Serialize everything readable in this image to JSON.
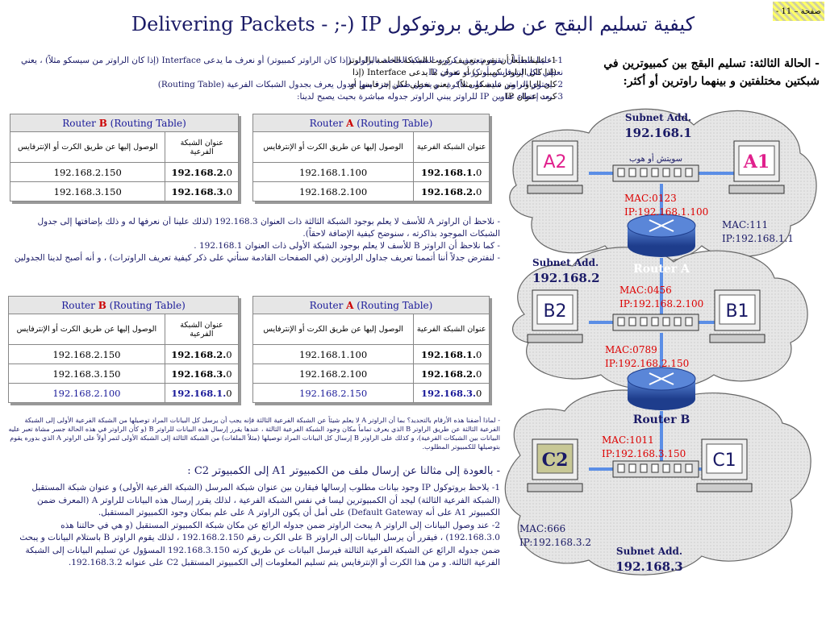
{
  "page_badge": "صفحة – 11 -",
  "title": "كيفية تسليم البقج عن طريق بروتوكول Delivering Packets - ;-) IP",
  "case_text": "- الحالة الثالثة: تسليم البقج بين كمبيوترين في شبكتين مختلفتين و بينهما راوترين أو أكثر:",
  "intro": [
    "1- علينا طبعاً أن نقوم بتعريف كروت الشبكة الخاصة بالراوتر (إذا كان الراوتر كمبيوتر) أو نعرف ما يدعى Interface (إذا كان الراوتر من سيسكو مثلاً) ، يعني نعطي لكل إنترفايس أو كرت عنوان IP .",
    "2- يحتوي الراوتر عادة على ذاكرة ، و يخزن ضمن جزء منها جدول يعرف بجدول الشبكات الفرعية (Routing Table)",
    "3- بعد إعطاء عناوين IP للراوتر يبني الراوتر جدوله مباشرة بحيث يصبح لدينا:"
  ],
  "notes_mid": [
    "- نلاحظ أن الراوتر A للأسف لا يعلم بوجود الشبكة الثالثة ذات العنوان 192.168.3 (لذلك علينا أن نعرفها له و ذلك بإضافتها إلى جدول الشبكات الموجود بذاكرته ، سنوضح كيفية الإضافة لاحقاً).",
    "- كما نلاحظ أن الراوتر B للأسف لا يعلم بوجود الشبكة الأولى ذات العنوان 192.168.1 .",
    "- لنفترض جدلاً أننا أتممنا تعريف جداول الراوترين (في الصفحات القادمة سنأتي على ذكر كيفية تعريف الراوترات) ، و أنه أصبح لدينا الجدولين التاليين:"
  ],
  "notes_why": "- لماذا أضفنا هذه الأرقام بالتحديد؟ بما أن الراوتر A لا يعلم شيئاً عن الشبكة الفرعية الثالثة فإنه يجب أن يرسل كل البيانات المراد توصيلها من الشبكة الفرعية الأولى إلى الشبكة الفرعية الثالثة عن طريق الراوتر B الذي يعرف تماماً مكان وجود الشبكة الفرعية الثالثة ، عندها يقرر إرسال هذه البيانات للراوتر B (و كأن الراوتر في هذه الحالة جسر مشاة تعبر عليه البيانات بين الشبكات الفرعية)، و كذلك على الراوتر B إرسال كل البيانات المراد توصيلها (مثلاً الملفات) من الشبكة الثالثة إلى الشبكة الأولى لتمر أولاً على الراوتر A الذي بدوره يقوم بتوصيلها للكمبيوتر المطلوب.",
  "example_title": "- بالعودة إلى مثالنا عن إرسال ملف من الكمبيوتر A1 إلى الكمبيوتر C2 :",
  "example": [
    "1- يلاحظ بروتوكول IP وجود بيانات مطلوب إرسالها فيقارن بين عنوان شبكة المرسل (الشبكة الفرعية الأولى) و عنوان شبكة المستقبل (الشبكة الفرعية الثالثة) ليجد أن الكمبيوترين ليسا في نفس الشبكة الفرعية ، لذلك يقرر إرسال هذه البيانات للراوتر A (المعرف ضمن الكمبيوتر A1 على أنه Default Gateway) على أمل أن يكون الراوتر A على علم بمكان وجود الكمبيوتر المستقبل.",
    "2- عند وصول البيانات إلى الراوتر A يبحث الراوتر ضمن جدوله الرائع عن مكان شبكة الكمبيوتر المستقبل (و هي في حالتنا هذه 192.168.3.0) ، فيقرر أن يرسل البيانات إلى الراوتر B على الكرت رقم 192.168.2.150 ، لذلك يقوم الراوتر B باستلام البيانات و يبحث ضمن جدوله الرائع عن الشبكة الفرعية الثالثة فيرسل البيانات عن طريق كرته 192.168.3.150 المسؤول عن تسليم البيانات إلى الشبكة الفرعية الثالثة. و من هذا الكرت أو الإنترفايس يتم تسليم المعلومات إلى الكمبيوتر المستقبل C2 على عنوانه 192.168.3.2."
  ],
  "table_headers": {
    "via": "الوصول إليها عن طريق الكرت أو الإنترفايس",
    "subnet": "عنوان الشبكة الفرعية"
  },
  "tables": {
    "b1": {
      "router": "Router",
      "letter": "B",
      "suffix": "(Routing Table)",
      "rows": [
        [
          "192.168.2.150",
          "192.168.2.",
          "0"
        ],
        [
          "192.168.3.150",
          "192.168.3.",
          "0"
        ]
      ]
    },
    "a1": {
      "router": "Router",
      "letter": "A",
      "suffix": "(Routing Table)",
      "rows": [
        [
          "192.168.1.100",
          "192.168.1.",
          "0"
        ],
        [
          "192.168.2.100",
          "192.168.2.",
          "0"
        ]
      ]
    },
    "b2": {
      "router": "Router",
      "letter": "B",
      "suffix": "(Routing Table)",
      "rows": [
        [
          "192.168.2.150",
          "192.168.2.",
          "0"
        ],
        [
          "192.168.3.150",
          "192.168.3.",
          "0"
        ],
        [
          "192.168.2.100",
          "192.168.1.",
          "0"
        ]
      ]
    },
    "a2": {
      "router": "Router",
      "letter": "A",
      "suffix": "(Routing Table)",
      "rows": [
        [
          "192.168.1.100",
          "192.168.1.",
          "0"
        ],
        [
          "192.168.2.100",
          "192.168.2.",
          "0"
        ],
        [
          "192.168.2.150",
          "192.168.3.",
          "0"
        ]
      ]
    }
  },
  "diagram": {
    "subnet1": {
      "label": "Subnet Add.",
      "addr": "192.168.1"
    },
    "subnet2": {
      "label": "Subnet Add.",
      "addr": "192.168.2"
    },
    "subnet3": {
      "label": "Subnet Add.",
      "addr": "192.168.3"
    },
    "switch_label": "سويتش أو هوب",
    "pcs": {
      "a2": "A2",
      "a1": "A1",
      "b2": "B2",
      "b1": "B1",
      "c2": "C2",
      "c1": "C1"
    },
    "routers": {
      "a": "Router A",
      "b": "Router B"
    },
    "macs": {
      "ra1": [
        "MAC:0123",
        "IP:192.168.1.100"
      ],
      "a1": [
        "MAC:111",
        "IP:192.168.1.1"
      ],
      "ra2": [
        "MAC:0456",
        "IP:192.168.2.100"
      ],
      "rb2": [
        "MAC:0789",
        "IP:192.168.2.150"
      ],
      "rb3": [
        "MAC:1011",
        "IP:192.168.3.150"
      ],
      "c2": [
        "MAC:666",
        "IP:192.168.3.2"
      ]
    }
  },
  "colors": {
    "title": "#1a1a66",
    "accent_red": "#cc0000",
    "pc_a1": "#e0208c",
    "cloud": "#e8e8e8"
  }
}
